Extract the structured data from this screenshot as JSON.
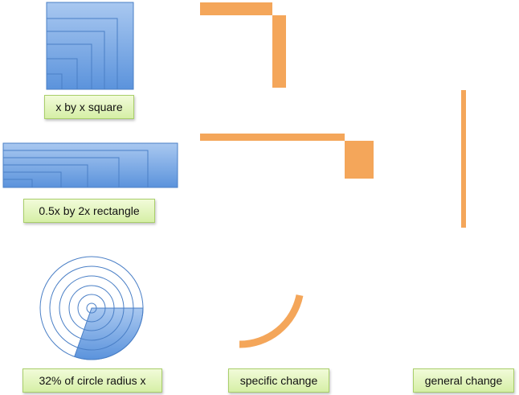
{
  "labels": {
    "square": "x by x square",
    "rectangle": "0.5x by 2x rectangle",
    "circle": "32% of circle radius x",
    "specific": "specific change",
    "general": "general change"
  },
  "colors": {
    "blue_fill": "#5b93dc",
    "blue_light": "#a9c8f0",
    "blue_stroke": "#4a7fc6",
    "orange": "#f4a65a",
    "label_fill": "#e4f5c0",
    "label_border": "#a9cf6a"
  },
  "circle_fraction": 0.32
}
